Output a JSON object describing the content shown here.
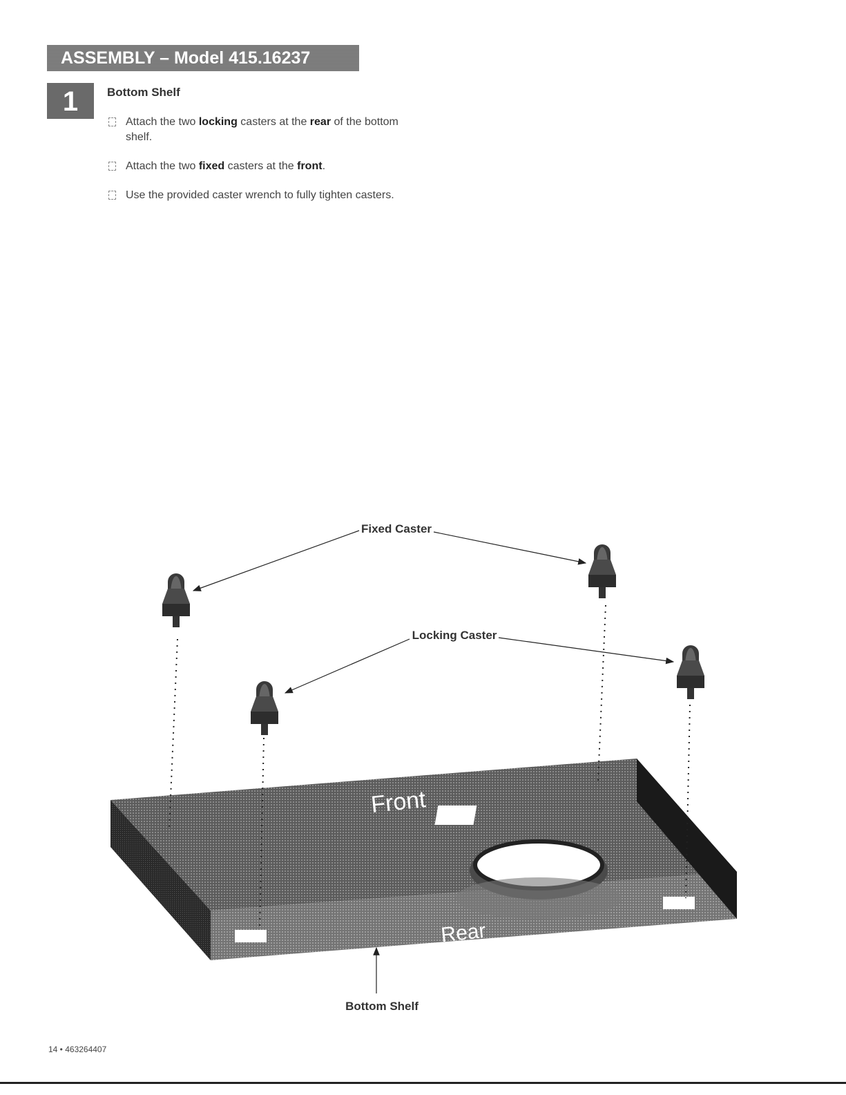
{
  "header": {
    "title": "ASSEMBLY – Model 415.16237"
  },
  "step": {
    "number": "1",
    "title": "Bottom Shelf",
    "items": [
      {
        "pre": "Attach the two ",
        "b1": "locking",
        "mid": " casters at the ",
        "b2": "rear",
        "post": " of the bottom shelf."
      },
      {
        "pre": "Attach the two ",
        "b1": "fixed",
        "mid": " casters at the ",
        "b2": "front",
        "post": "."
      },
      {
        "pre": "Use the provided caster wrench to fully tighten casters.",
        "b1": "",
        "mid": "",
        "b2": "",
        "post": ""
      }
    ]
  },
  "diagram": {
    "fixed_caster_label": "Fixed Caster",
    "locking_caster_label": "Locking Caster",
    "front_label": "Front",
    "rear_label": "Rear",
    "bottom_shelf_label": "Bottom Shelf"
  },
  "footer": {
    "page": "14 • 463264407"
  }
}
